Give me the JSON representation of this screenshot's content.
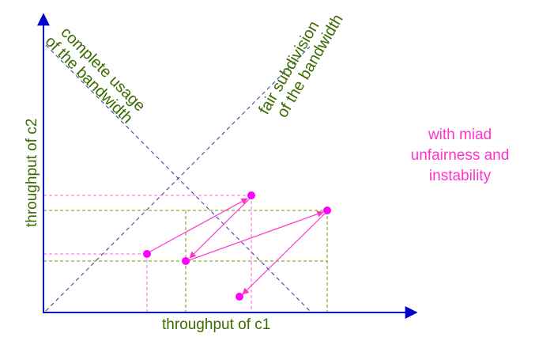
{
  "axes": {
    "x_label": "throughput of c1",
    "y_label": "throughput of c2",
    "axis_color": "#0000cc"
  },
  "reference_lines": {
    "full_usage_label_line1": "complete usage",
    "full_usage_label_line2": "of the bandwidth",
    "fair_label_line1": "fair subdivision",
    "fair_label_line2": "of the bandwidth",
    "line_color": "#333399"
  },
  "annotation": {
    "line1": "with miad",
    "line2": "unfairness and",
    "line3": "instability"
  },
  "colors": {
    "label_green": "#3a6a00",
    "magenta": "#ff33cc",
    "point_magenta": "#ff00ff",
    "guide_olive": "#669900"
  }
}
